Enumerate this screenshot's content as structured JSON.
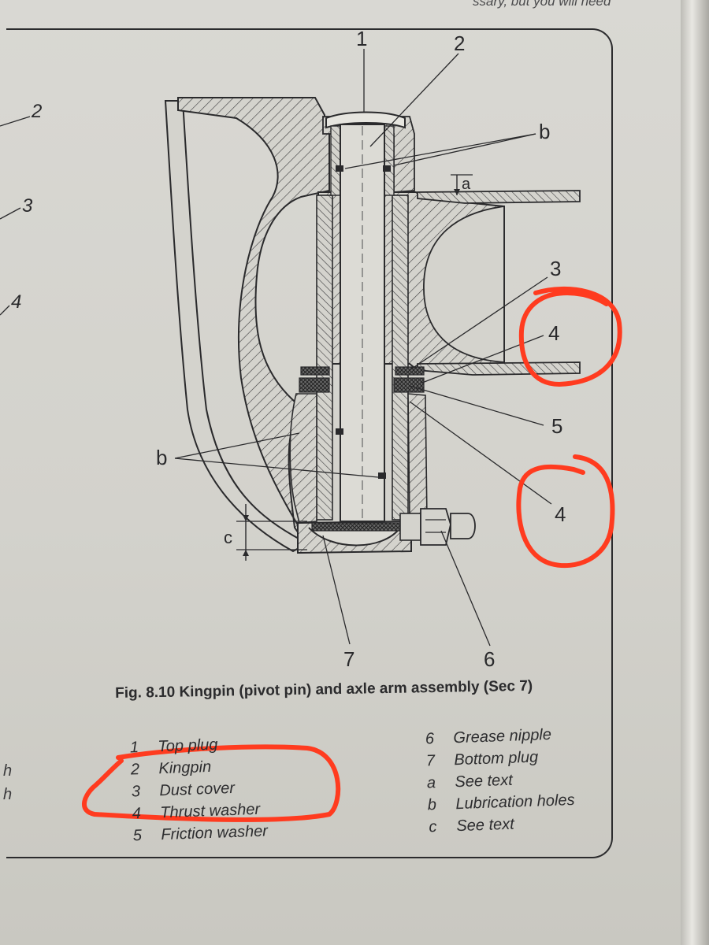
{
  "top_text": "ssary, but you will need",
  "margin_numbers": [
    "2",
    "3",
    "4"
  ],
  "margin_fragments": [
    "h",
    "h"
  ],
  "callouts": {
    "c1": "1",
    "c2": "2",
    "cb_top": "b",
    "c3": "3",
    "c4_upper": "4",
    "c5": "5",
    "c4_lower": "4",
    "cb_left": "b",
    "cc": "c",
    "ca": "a",
    "c7": "7",
    "c6": "6"
  },
  "caption": "Fig. 8.10 Kingpin (pivot pin) and axle arm assembly (Sec 7)",
  "legend_left": [
    {
      "key": "1",
      "label": "Top plug"
    },
    {
      "key": "2",
      "label": "Kingpin"
    },
    {
      "key": "3",
      "label": "Dust cover"
    },
    {
      "key": "4",
      "label": "Thrust washer"
    },
    {
      "key": "5",
      "label": "Friction washer"
    }
  ],
  "legend_right": [
    {
      "key": "6",
      "label": "Grease nipple"
    },
    {
      "key": "7",
      "label": "Bottom plug"
    },
    {
      "key": "a",
      "label": "See text"
    },
    {
      "key": "b",
      "label": "Lubrication holes"
    },
    {
      "key": "c",
      "label": "See text"
    }
  ],
  "colors": {
    "paper": "#d6d5cf",
    "ink": "#2a2a2c",
    "marker": "#ff3b1f"
  }
}
